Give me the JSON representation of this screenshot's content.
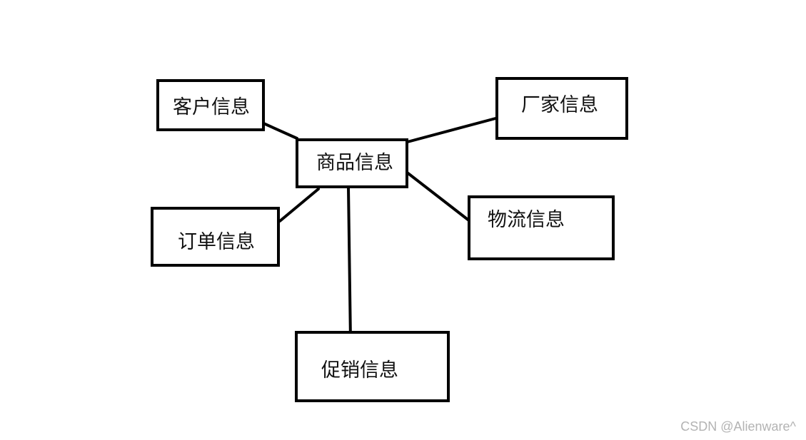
{
  "diagram": {
    "center": {
      "label": "商品信息"
    },
    "nodes": [
      {
        "id": "customer",
        "label": "客户信息"
      },
      {
        "id": "manufacturer",
        "label": "厂家信息"
      },
      {
        "id": "order",
        "label": "订单信息"
      },
      {
        "id": "logistics",
        "label": "物流信息"
      },
      {
        "id": "promotion",
        "label": "促销信息"
      }
    ],
    "edges": [
      {
        "from": "product",
        "to": "customer"
      },
      {
        "from": "product",
        "to": "manufacturer"
      },
      {
        "from": "product",
        "to": "order"
      },
      {
        "from": "product",
        "to": "logistics"
      },
      {
        "from": "product",
        "to": "promotion"
      }
    ]
  },
  "watermark": "CSDN @Alienware^"
}
